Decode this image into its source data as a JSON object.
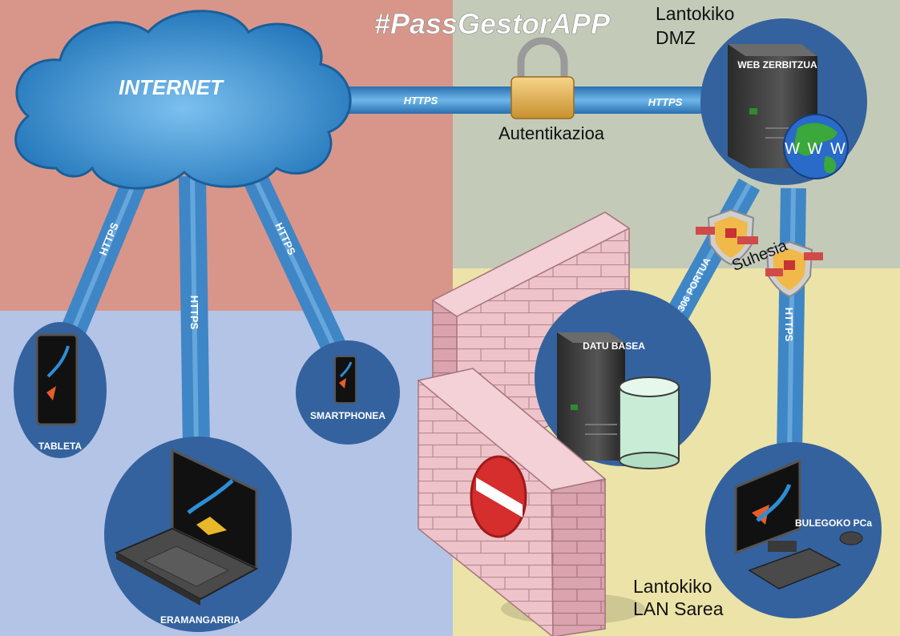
{
  "title": "#PassGestorAPP",
  "colors": {
    "zone_internet": "#d8968a",
    "zone_dmz": "#c3cbb8",
    "zone_clients": "#b4c4e6",
    "zone_lan": "#ece3a8",
    "node_circle": "#34629e",
    "link": "#4e96d2",
    "firewall": "#e8b8c0"
  },
  "zones": {
    "dmz_label": [
      "Lantokiko",
      "DMZ"
    ],
    "lan_label": [
      "Lantokiko",
      "LAN Sarea"
    ]
  },
  "cloud": {
    "label": "INTERNET"
  },
  "nodes": {
    "web": "WEB ZERBITZUA",
    "www": "W W W",
    "db": "DATU BASEA",
    "pc": "BULEGOKO PCa",
    "tablet": "TABLETA",
    "smartphone": "SMARTPHONEA",
    "laptop": "ERAMANGARRIA"
  },
  "links": {
    "https": "HTTPS",
    "port": "3306 PORTUA"
  },
  "auth_label": "Autentikazioa",
  "firewall_label": "Suhesia"
}
